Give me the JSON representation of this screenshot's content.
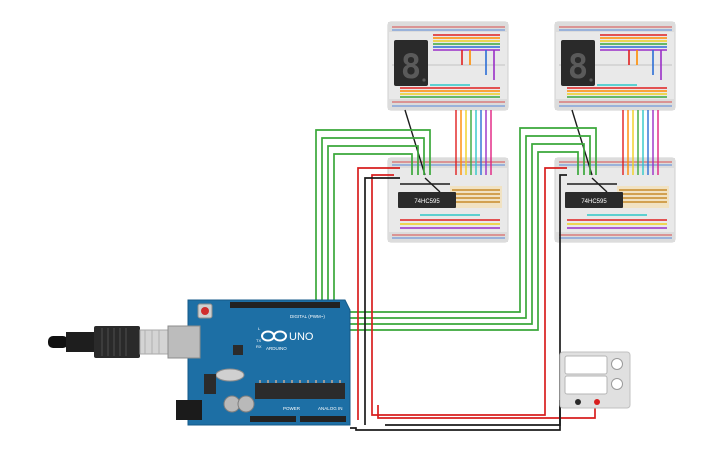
{
  "colors": {
    "background": "#ffffff",
    "breadboard": "#ebebeb",
    "arduino_board": "#1d6fa5",
    "wire_green": "#3aa83a",
    "wire_red": "#d81e1e",
    "wire_black": "#1c1c1c"
  },
  "arduino": {
    "logo": "UNO",
    "brand": "ARDUINO",
    "digital_label": "DIGITAL (PWM~)",
    "power_label": "POWER",
    "analog_label": "ANALOG IN",
    "tx_label": "TX",
    "rx_label": "RX",
    "l_label": "L"
  },
  "chips": [
    {
      "label": "74HC595"
    },
    {
      "label": "74HC595"
    }
  ],
  "displays": [
    {
      "digit": "8"
    },
    {
      "digit": "8"
    }
  ]
}
